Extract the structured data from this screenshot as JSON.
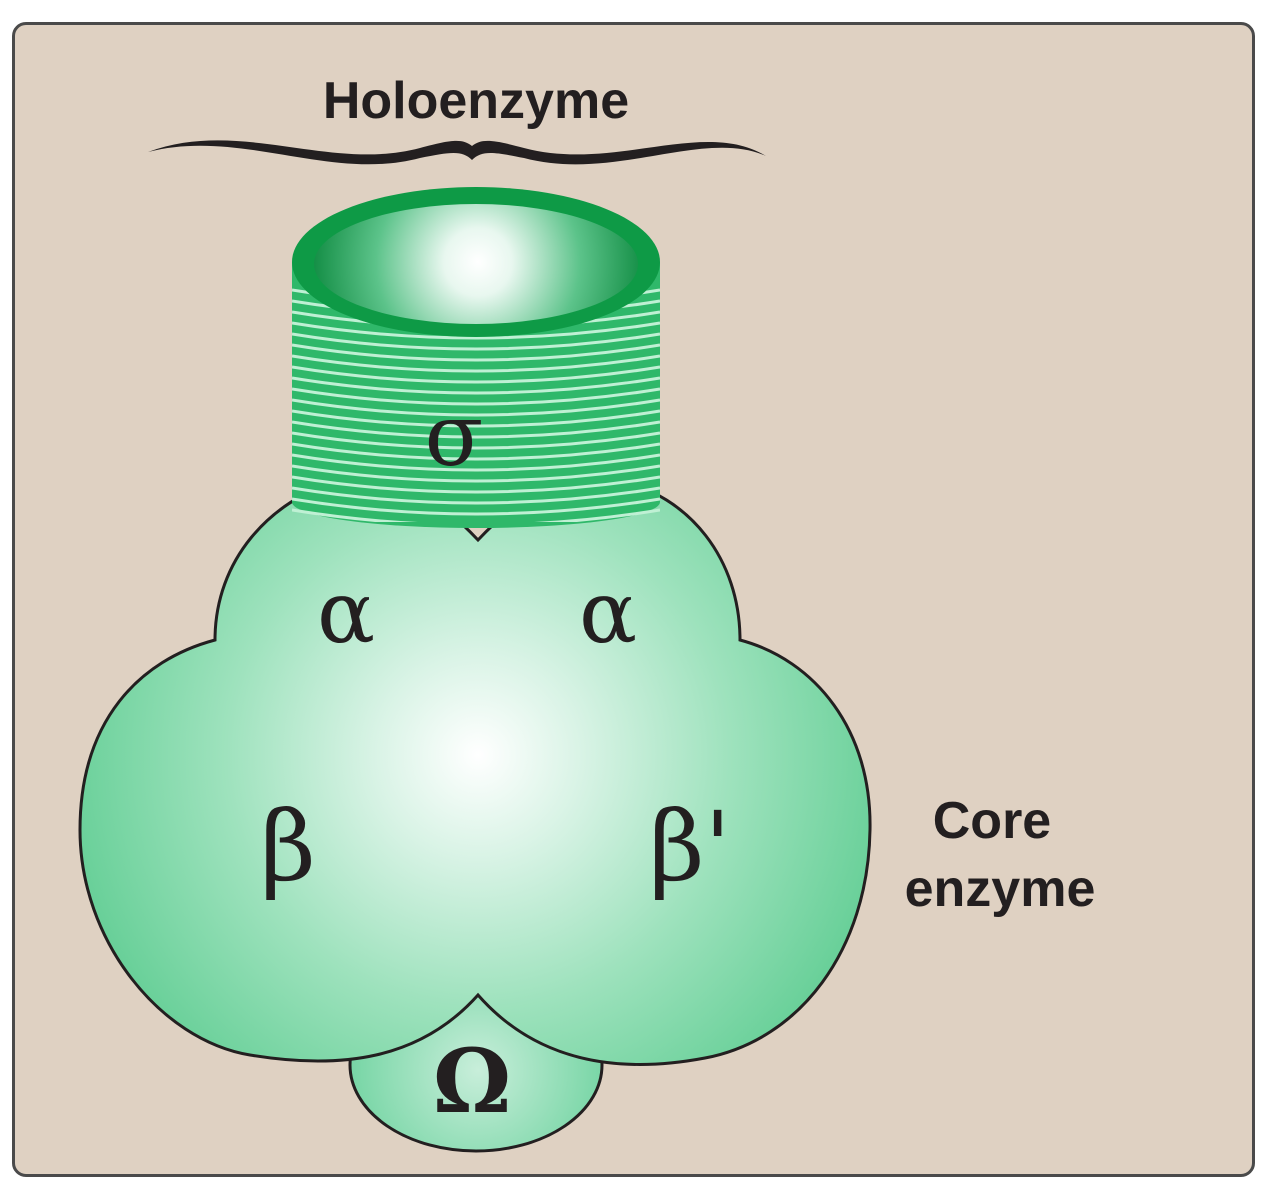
{
  "title": "Holoenzyme",
  "core_label": [
    "Core",
    "enzyme"
  ],
  "subunits": {
    "sigma": "σ",
    "alpha_left": "α",
    "alpha_right": "α",
    "beta": "β",
    "beta_prime": "β'",
    "omega": "Ω"
  },
  "colors": {
    "background": "#dfd1c2",
    "subunit_fill": "#6fd3a0",
    "sigma_rim": "#0e9a46",
    "text": "#231f20"
  }
}
